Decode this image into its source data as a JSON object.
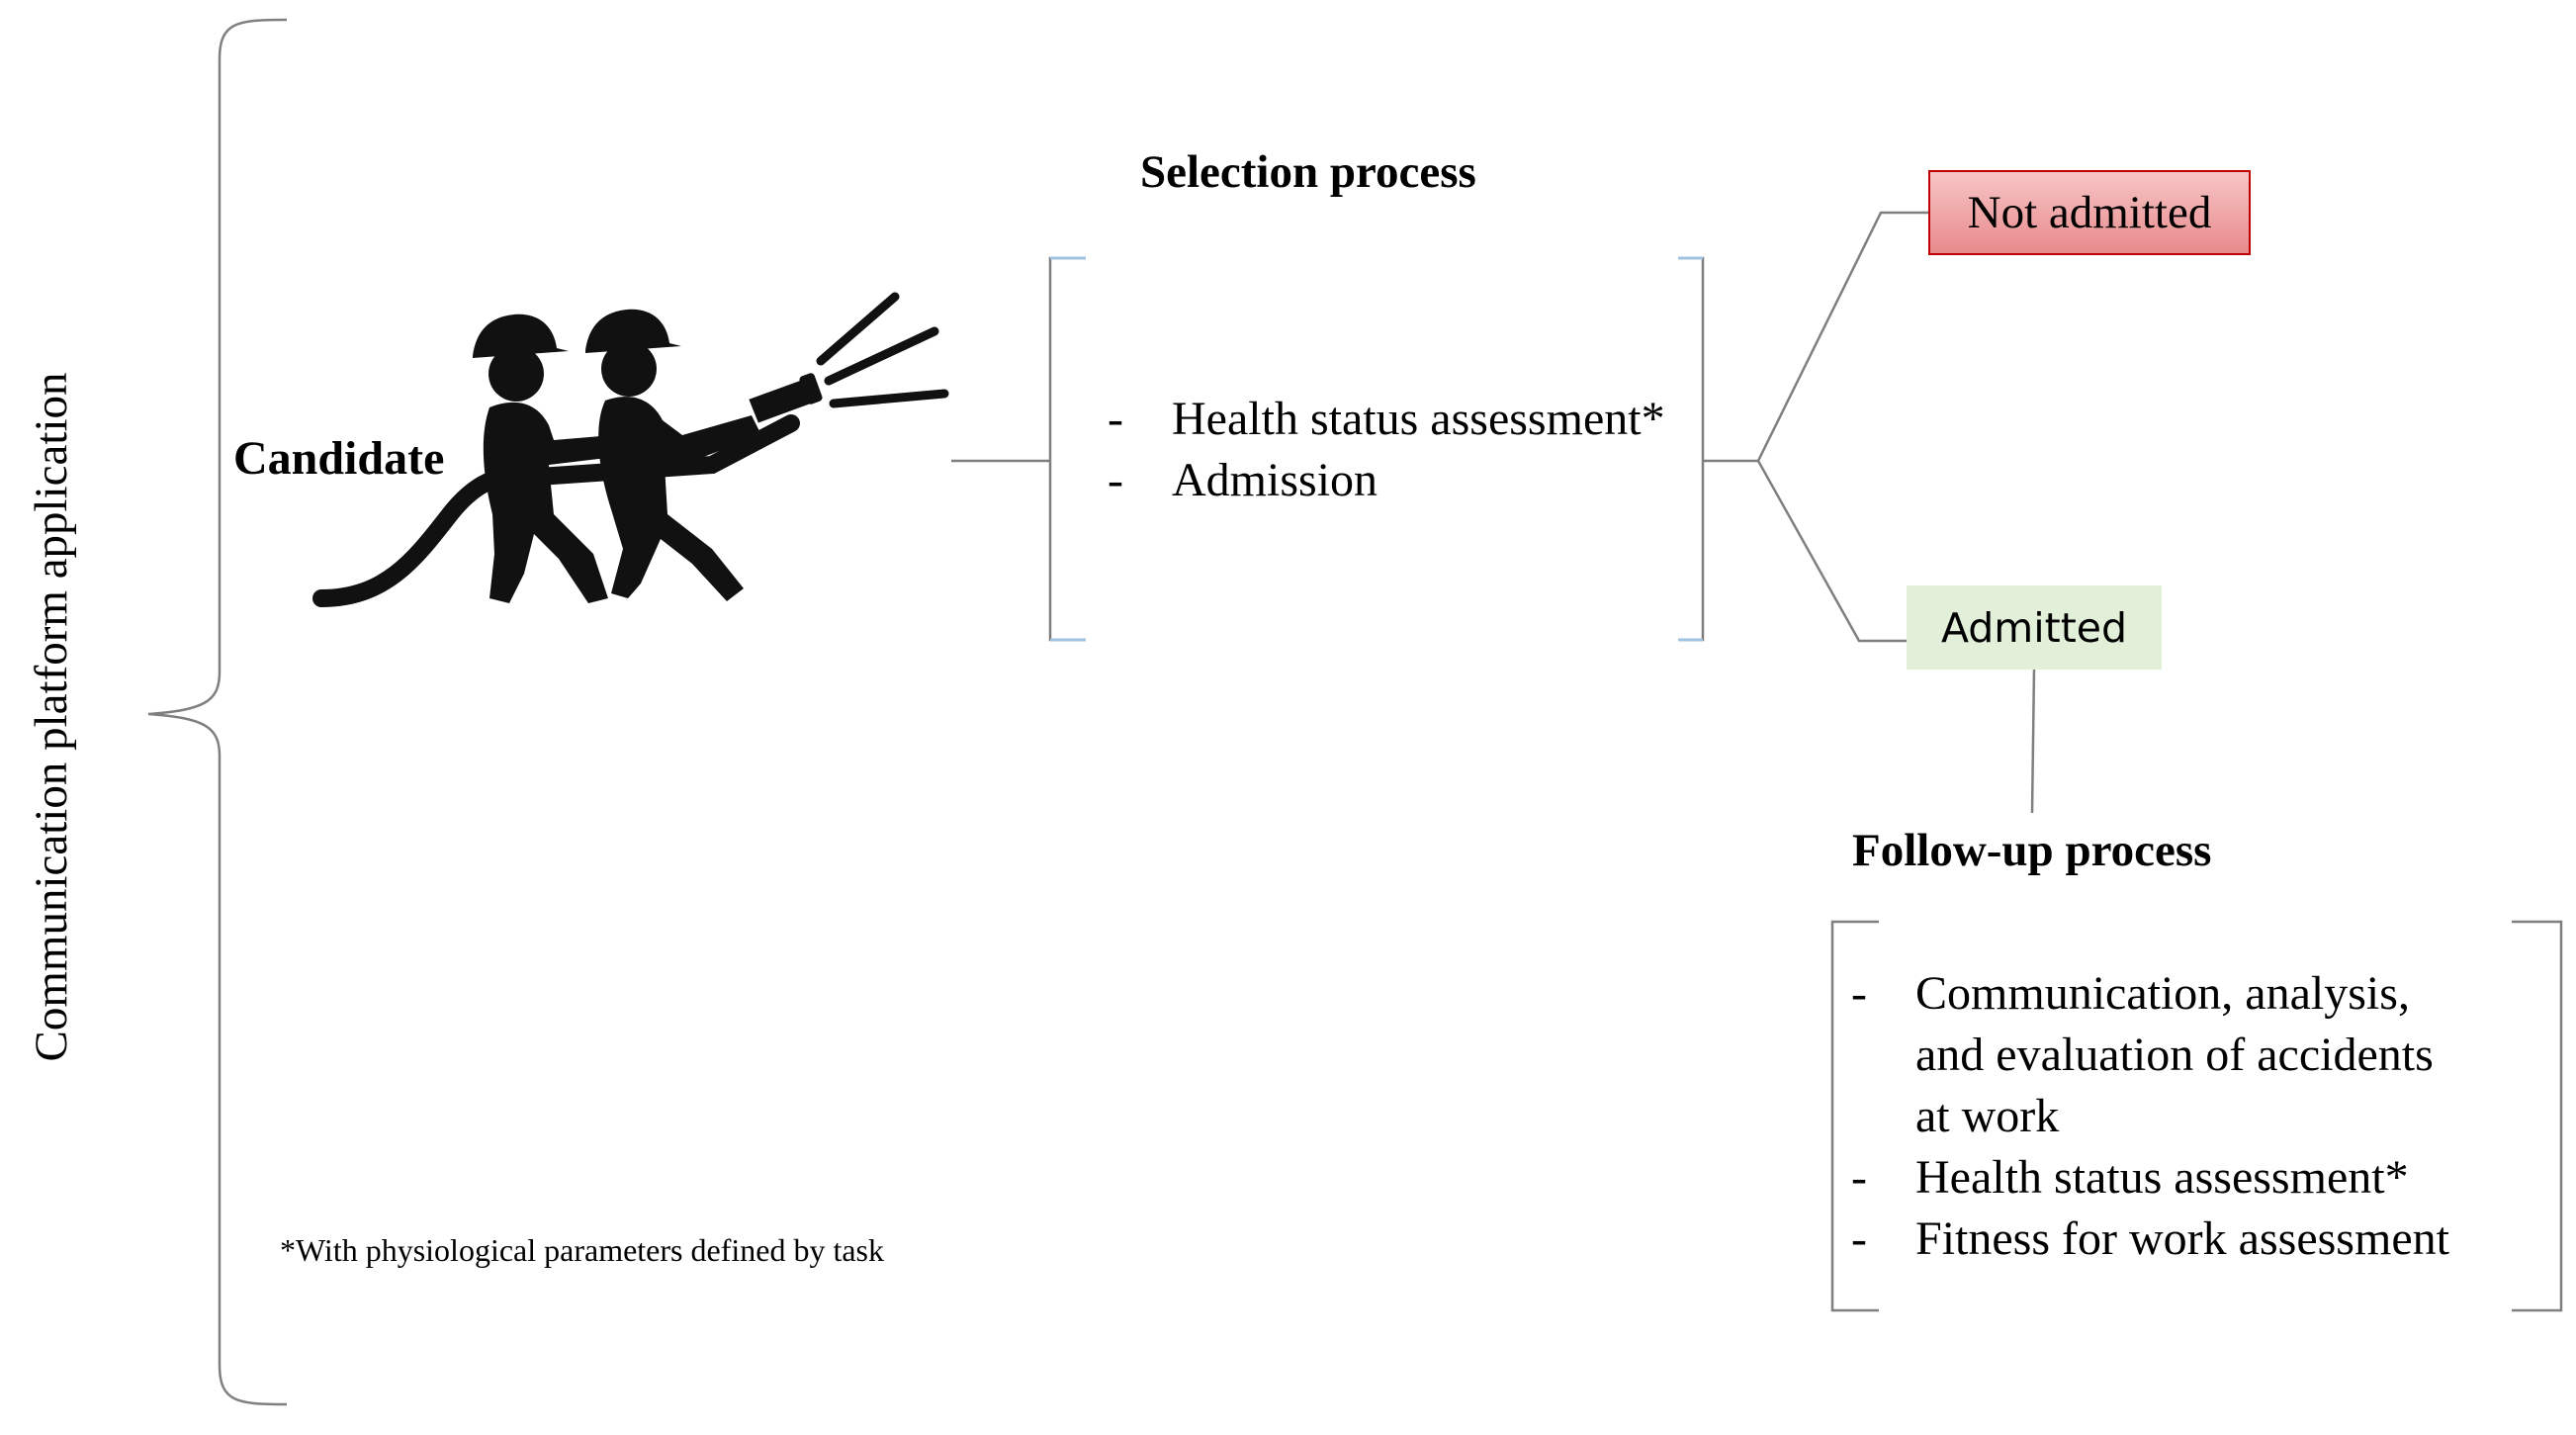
{
  "platform_label": "Communication platform application",
  "candidate_label": "Candidate",
  "selection": {
    "title": "Selection process",
    "items": [
      {
        "text": "Health status assessment*"
      },
      {
        "text": "Admission"
      }
    ]
  },
  "outcomes": {
    "not_admitted": "Not admitted",
    "admitted": "Admitted"
  },
  "follow_up": {
    "title": "Follow-up process",
    "items": [
      {
        "text": "Communication, analysis, and evaluation of accidents at work"
      },
      {
        "text": "Health status assessment*"
      },
      {
        "text": "Fitness for work assessment"
      }
    ]
  },
  "footnote": "*With physiological parameters defined by task",
  "icons": {
    "candidate": "firefighters-with-hose-icon"
  },
  "colors": {
    "not_admitted_fill": "#eba3a5",
    "not_admitted_border": "#c00000",
    "admitted_fill": "#e2efd9",
    "line": "#7f7f7f",
    "bracket_blue": "#9dc3e6"
  }
}
